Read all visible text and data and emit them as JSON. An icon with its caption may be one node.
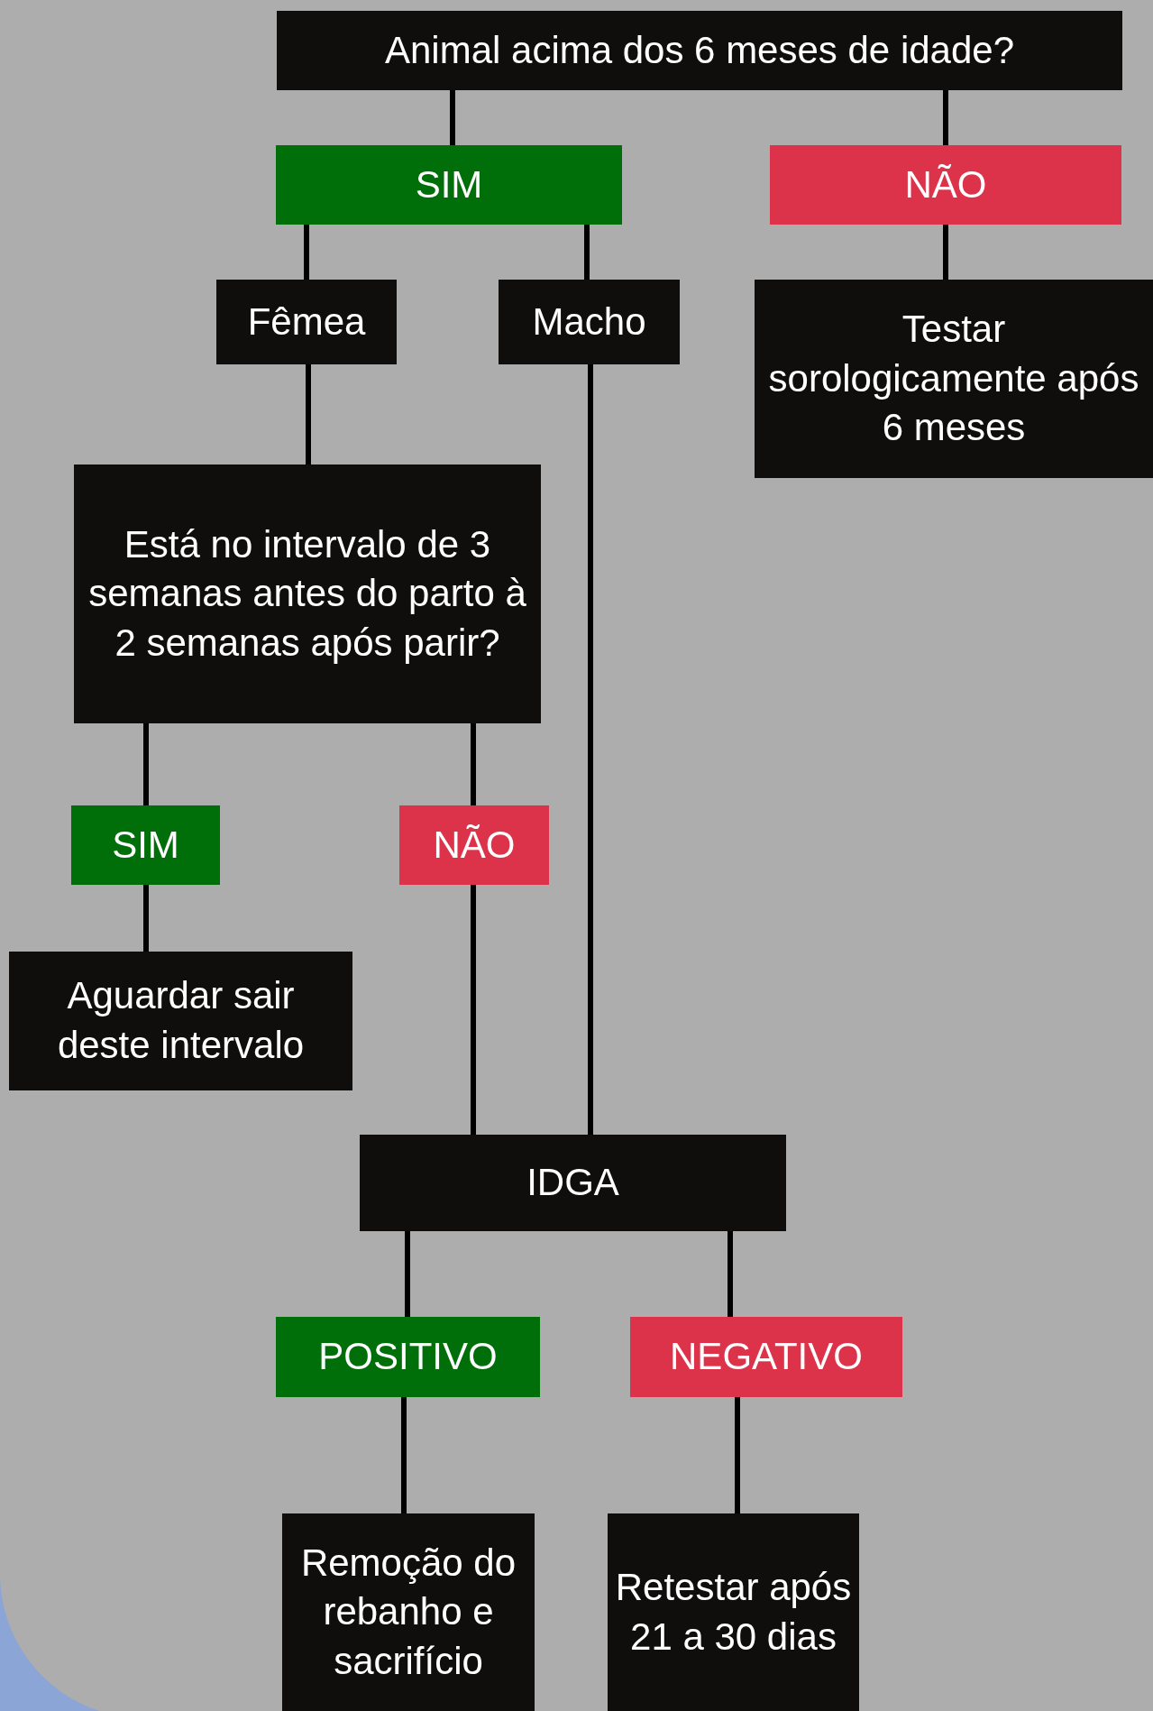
{
  "diagram": {
    "nodes": [
      {
        "text": [
          "Animal acima dos 6 meses de idade?"
        ]
      },
      {
        "text": [
          "SIM"
        ]
      },
      {
        "text": [
          "NÃO"
        ]
      },
      {
        "text": [
          "Fêmea"
        ]
      },
      {
        "text": [
          "Macho"
        ]
      },
      {
        "text": [
          "Testar sorologicamente após  6 meses"
        ]
      },
      {
        "text": [
          "Está no intervalo de 3 semanas antes do parto à 2 semanas após parir?"
        ]
      },
      {
        "text": [
          "SIM"
        ]
      },
      {
        "text": [
          "NÃO"
        ]
      },
      {
        "text": [
          "Aguardar sair deste intervalo"
        ]
      },
      {
        "text": [
          "IDGA"
        ]
      },
      {
        "text": [
          "POSITIVO"
        ]
      },
      {
        "text": [
          "NEGATIVO"
        ]
      },
      {
        "text": [
          "Remoção do rebanho e sacrifício"
        ]
      },
      {
        "text": [
          "Retestar após 21 a 30 dias"
        ]
      }
    ],
    "edges": [
      {
        "from": 0,
        "to": 1,
        "arrow": "none"
      },
      {
        "from": 0,
        "to": 2,
        "arrow": "none"
      },
      {
        "from": 1,
        "to": 3,
        "arrow": "none"
      },
      {
        "from": 1,
        "to": 4,
        "arrow": "none"
      },
      {
        "from": 2,
        "to": 5,
        "arrow": "none"
      },
      {
        "from": 3,
        "to": 6,
        "arrow": "none"
      },
      {
        "from": 6,
        "to": 7,
        "arrow": "none"
      },
      {
        "from": 6,
        "to": 8,
        "arrow": "none"
      },
      {
        "from": 7,
        "to": 9,
        "arrow": "none"
      },
      {
        "from": 8,
        "to": 10,
        "arrow": "none"
      },
      {
        "from": 4,
        "to": 10,
        "arrow": "none"
      },
      {
        "from": 10,
        "to": 11,
        "arrow": "none"
      },
      {
        "from": 10,
        "to": 12,
        "arrow": "none"
      },
      {
        "from": 11,
        "to": 13,
        "arrow": "none"
      },
      {
        "from": 12,
        "to": 14,
        "arrow": "none"
      }
    ]
  }
}
